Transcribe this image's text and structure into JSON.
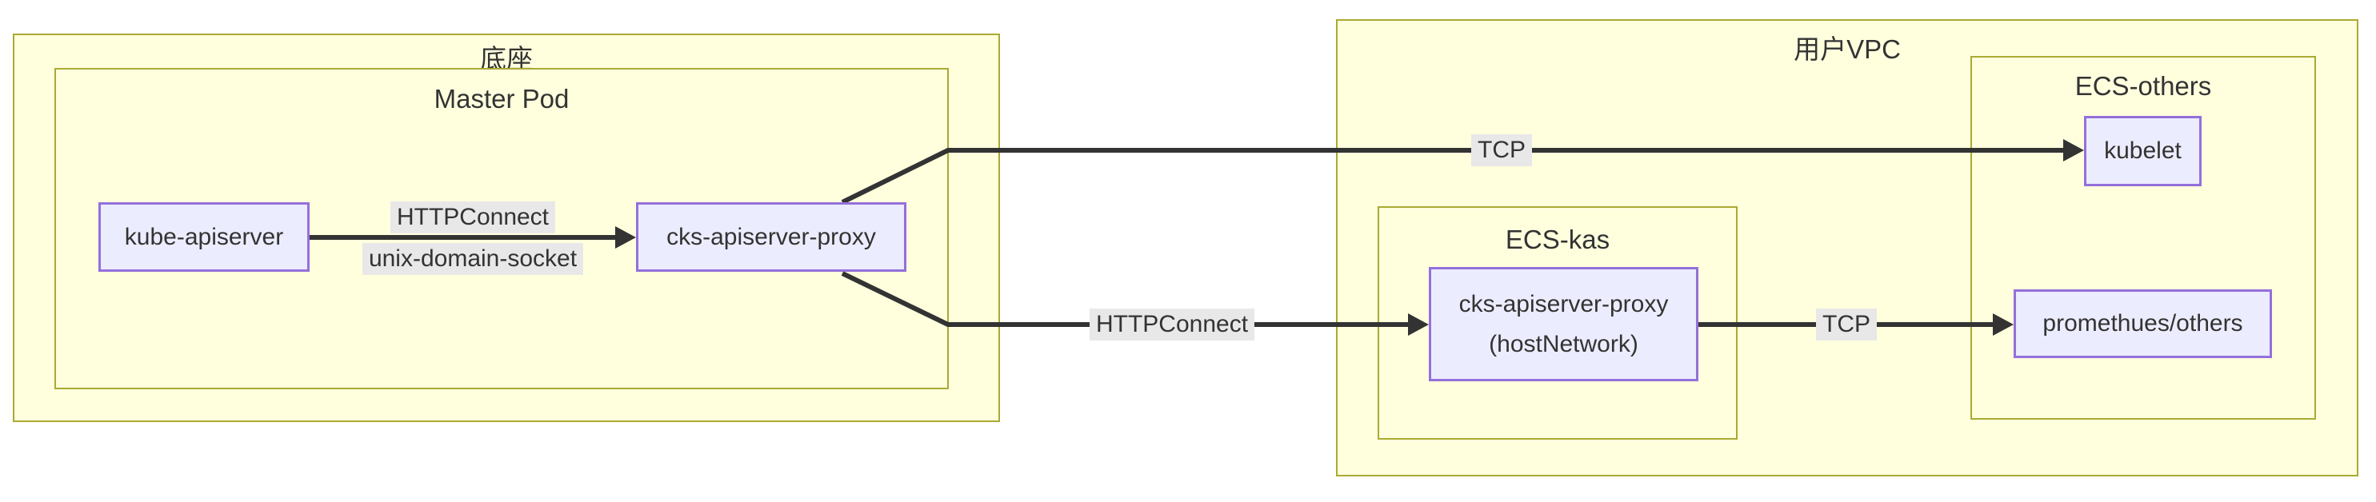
{
  "diagram": {
    "clusters": {
      "dizuo": {
        "label": "底座"
      },
      "master_pod": {
        "label": "Master Pod"
      },
      "user_vpc": {
        "label": "用户VPC"
      },
      "ecs_kas": {
        "label": "ECS-kas"
      },
      "ecs_others": {
        "label": "ECS-others"
      }
    },
    "nodes": {
      "kube_apiserver": {
        "label": "kube-apiserver"
      },
      "cks_apiserver_proxy": {
        "label": "cks-apiserver-proxy"
      },
      "cks_apiserver_proxy_host": {
        "label_line1": "cks-apiserver-proxy",
        "label_line2": "(hostNetwork)"
      },
      "kubelet": {
        "label": "kubelet"
      },
      "promethues_others": {
        "label": "promethues/others"
      }
    },
    "edges": {
      "kube_to_proxy": {
        "label_line1": "HTTPConnect",
        "label_line2": "unix-domain-socket"
      },
      "proxy_to_kubelet": {
        "label": "TCP"
      },
      "proxy_to_host_proxy": {
        "label": "HTTPConnect"
      },
      "host_proxy_to_promethues": {
        "label": "TCP"
      }
    },
    "colors": {
      "cluster_fill": "#ffffde",
      "cluster_border": "#aaaa33",
      "node_fill": "#ececff",
      "node_border": "#9370db",
      "edge_color": "#333333",
      "edge_label_bg": "#e8e8e8",
      "text_color": "#333333"
    }
  }
}
